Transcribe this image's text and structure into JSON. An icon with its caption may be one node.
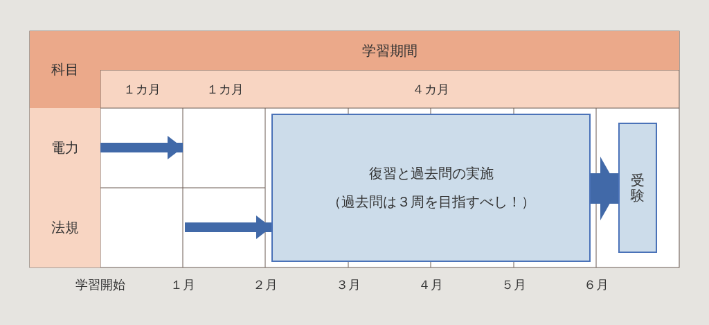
{
  "diagram": {
    "nodes": [
      {
        "text": [
          "科目"
        ]
      },
      {
        "text": [
          "学習期間"
        ]
      },
      {
        "text": [
          "電力"
        ]
      },
      {
        "text": [
          "法規"
        ]
      },
      {
        "text": [
          "復習と過去問の実施",
          "（過去問は３周を目指すべし！）"
        ]
      },
      {
        "text": [
          "受験"
        ]
      }
    ],
    "edges": [
      {
        "from": 2,
        "to": null,
        "arrow": "to"
      },
      {
        "from": null,
        "to": 4,
        "arrow": "to"
      },
      {
        "from": 4,
        "to": 5,
        "arrow": "to",
        "style": "thick"
      }
    ],
    "labels": [
      "１カ月",
      "１カ月",
      "４カ月",
      "学習開始",
      "１月",
      "２月",
      "３月",
      "４月",
      "５月",
      "６月"
    ]
  }
}
